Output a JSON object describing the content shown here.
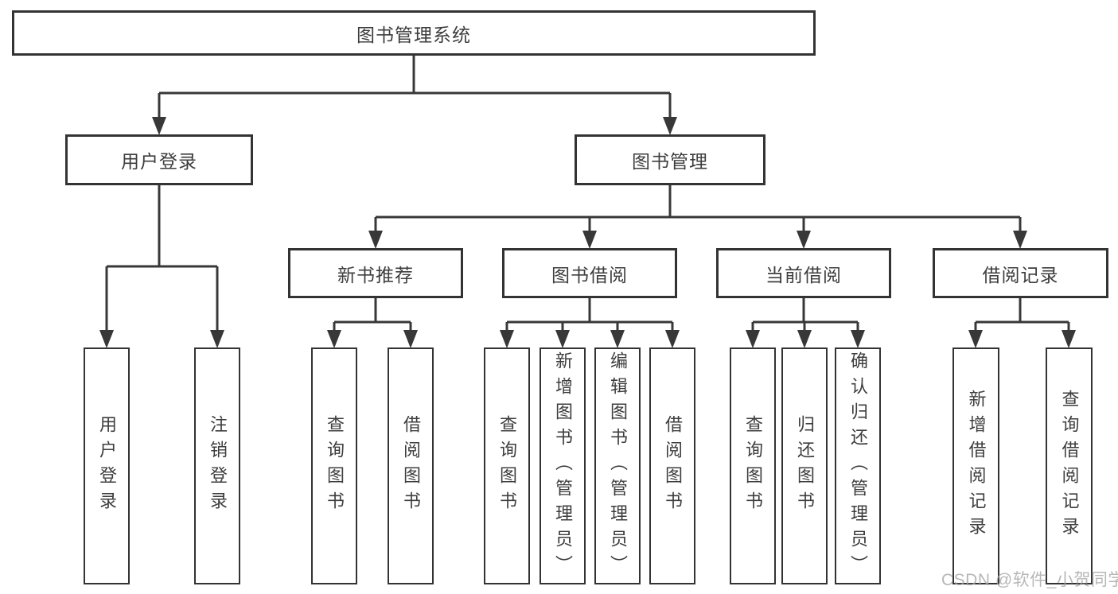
{
  "diagram": {
    "type": "hierarchy-tree",
    "colors": {
      "box_border": "#333333",
      "connector_line": "#383838",
      "arrowhead": "#383838",
      "text": "#3d3d3d",
      "background": "#ffffff",
      "watermark_text_color": "#a5a5a5"
    },
    "tree": {
      "root": {
        "label": "图书管理系统",
        "children": [
          {
            "label": "用户登录",
            "children": [
              {
                "label": "用户登录"
              },
              {
                "label": "注销登录"
              }
            ]
          },
          {
            "label": "图书管理",
            "children": [
              {
                "label": "新书推荐",
                "children": [
                  {
                    "label": "查询图书"
                  },
                  {
                    "label": "借阅图书"
                  }
                ]
              },
              {
                "label": "图书借阅",
                "children": [
                  {
                    "label": "查询图书"
                  },
                  {
                    "label": "新增图书（管理员）"
                  },
                  {
                    "label": "编辑图书（管理员）"
                  },
                  {
                    "label": "借阅图书"
                  }
                ]
              },
              {
                "label": "当前借阅",
                "children": [
                  {
                    "label": "查询图书"
                  },
                  {
                    "label": "归还图书"
                  },
                  {
                    "label": "确认归还（管理员）"
                  }
                ]
              },
              {
                "label": "借阅记录",
                "children": [
                  {
                    "label": "新增借阅记录"
                  },
                  {
                    "label": "查询借阅记录"
                  }
                ]
              }
            ]
          }
        ]
      }
    }
  },
  "watermark": {
    "text": "CSDN @软件_小贺同学"
  }
}
